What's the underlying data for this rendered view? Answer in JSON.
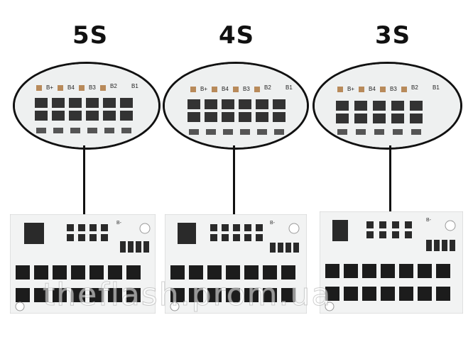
{
  "panels": [
    {
      "label": "5S",
      "pads": [
        "B+",
        "B4",
        "B3",
        "B2",
        "B1"
      ]
    },
    {
      "label": "4S",
      "pads": [
        "B+",
        "B4",
        "B3",
        "B2",
        "B1"
      ]
    },
    {
      "label": "3S",
      "pads": [
        "B+",
        "B4",
        "B3",
        "B2",
        "B1"
      ]
    }
  ],
  "board_pad_label": "B-",
  "watermark": "theflash.prom.ua",
  "colors": {
    "board": "#f2f3f3",
    "component": "#2a2a2a",
    "mosfet": "#1c1c1c",
    "line": "#111111"
  }
}
